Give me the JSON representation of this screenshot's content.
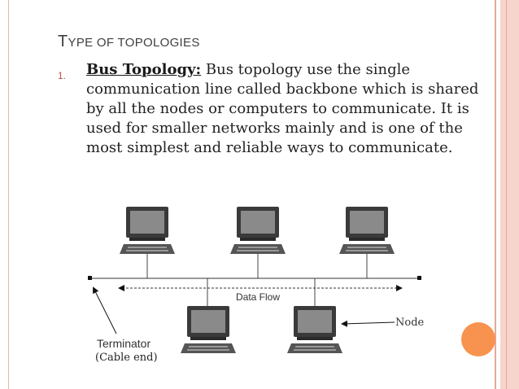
{
  "slide": {
    "title_first": "T",
    "title_rest": "YPE OF TOPOLOGIES",
    "item_number": "1.",
    "item_heading": "Bus Topology:",
    "item_text": " Bus topology use the single communication line called backbone which is shared by all the nodes or computers to communicate. It is used for smaller networks mainly and is one of the most simplest and reliable ways to communicate."
  },
  "diagram": {
    "data_flow_label": "Data Flow",
    "node_label": "Node",
    "terminator_label": "Terminator",
    "cable_end_label": "(Cable end)"
  },
  "colors": {
    "accent": "#f7934f",
    "border": "#e8a898",
    "bullet": "#c0504d"
  }
}
